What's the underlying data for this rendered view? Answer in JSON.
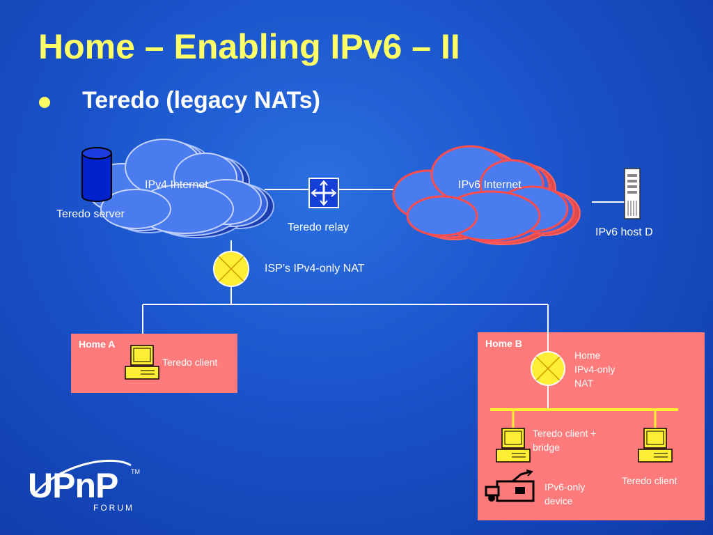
{
  "slide": {
    "title": "Home – Enabling IPv6 – II",
    "bullet": "Teredo (legacy NATs)"
  },
  "diagram": {
    "ipv4_cloud_label": "IPv4 Internet",
    "ipv6_cloud_label": "IPv6 Internet",
    "teredo_server_label": "Teredo server",
    "teredo_relay_label": "Teredo relay",
    "ipv6_host_label": "IPv6 host D",
    "isp_nat_label": "ISP’s IPv4-only NAT",
    "home_a": {
      "title": "Home A",
      "client_label": "Teredo client"
    },
    "home_b": {
      "title": "Home B",
      "nat_label_line1": "Home",
      "nat_label_line2": "IPv4-only",
      "nat_label_line3": "NAT",
      "bridge_label_line1": "Teredo client +",
      "bridge_label_line2": "bridge",
      "client_label": "Teredo client",
      "device_label_line1": "IPv6-only",
      "device_label_line2": "device"
    }
  },
  "logo": {
    "text": "UPnP",
    "sub": "FORUM",
    "tm": "TM"
  },
  "colors": {
    "title": "#ffff66",
    "ipv4_cloud": "#4a7cf0",
    "ipv6_cloud": "#4a7cf0",
    "ipv6_cloud_outline": "#ff4d4d",
    "home_box": "#ff7b7b",
    "nat_fill": "#ffee33",
    "bus": "#ffee33"
  }
}
